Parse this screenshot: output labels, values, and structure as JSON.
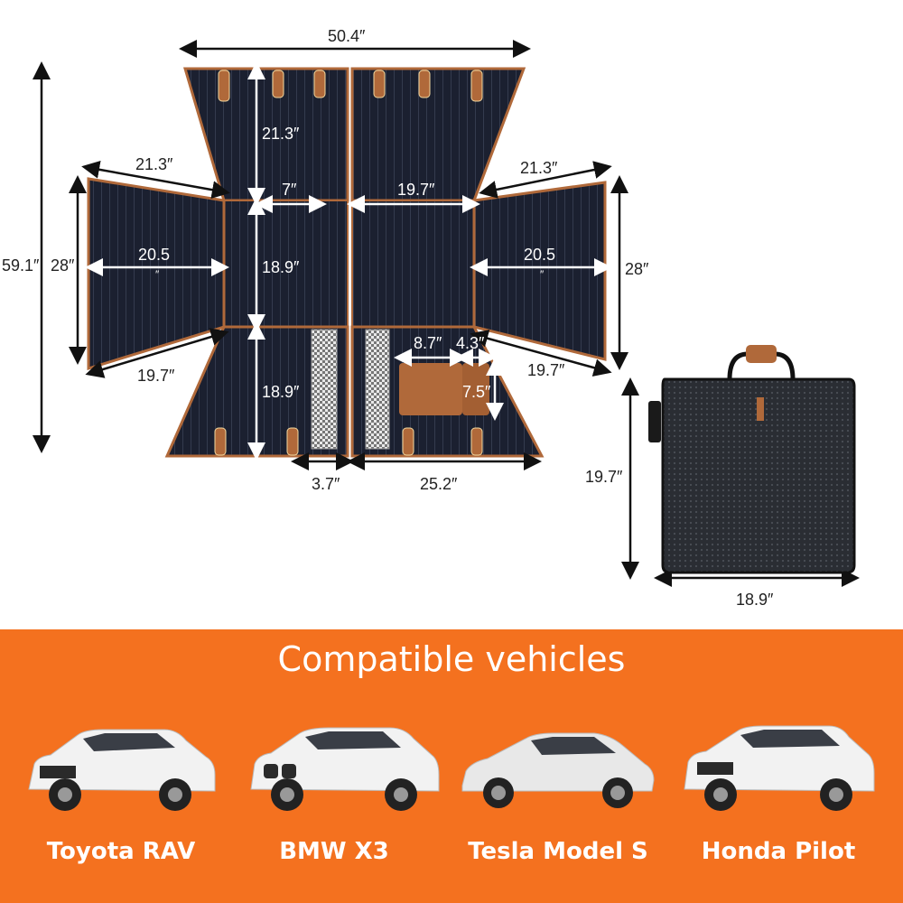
{
  "dimensions": {
    "top_width": "50.4″",
    "total_height": "59.1″",
    "left_top_diag": "21.3″",
    "right_top_diag": "21.3″",
    "center_top_height": "21.3″",
    "left_gap_width": "7″",
    "right_center_width": "19.7″",
    "left_side_height": "28″",
    "right_side_height": "28″",
    "left_flap_width": "20.5",
    "right_flap_width": "20.5",
    "flap_width_mark": "″",
    "center_mid_height": "18.9″",
    "center_bottom_height": "18.9″",
    "left_bottom_diag": "19.7″",
    "right_bottom_diag": "19.7″",
    "pocket_width": "8.7″",
    "pocket_small_width": "4.3″",
    "pocket_height": "7.5″",
    "gap_width": "3.7″",
    "bottom_width": "25.2″",
    "bag_height": "19.7″",
    "bag_width": "18.9″"
  },
  "banner": {
    "title": "Compatible vehicles"
  },
  "vehicles": [
    {
      "name": "Toyota RAV",
      "color": "#f2f2f2"
    },
    {
      "name": "BMW X3",
      "color": "#f2f2f2"
    },
    {
      "name": "Tesla Model S",
      "color": "#e8e8e8"
    },
    {
      "name": "Honda Pilot",
      "color": "#f2f2f2"
    }
  ],
  "colors": {
    "fabric": "#1a1f2b",
    "trim": "#b0693a",
    "accent": "#f4711f"
  }
}
